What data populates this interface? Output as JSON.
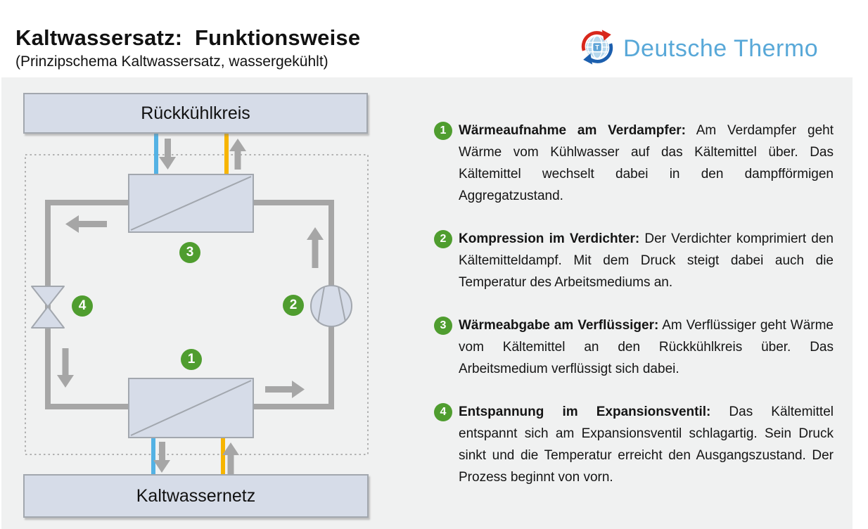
{
  "header": {
    "title": "Kaltwassersatz:  Funktionsweise",
    "subtitle": "(Prinzipschema Kaltwassersatz, wassergekühlt)",
    "logo": {
      "brand": "Deutsche Thermo",
      "monogram": "T"
    }
  },
  "diagram": {
    "top_box_label": "Rückkühlkreis",
    "bottom_box_label": "Kaltwassernetz",
    "step_markers": [
      "1",
      "2",
      "3",
      "4"
    ],
    "colors": {
      "pipe_gray": "#a6a6a6",
      "cool_water_blue": "#54b2e4",
      "warm_water_orange": "#f7b500",
      "component_fill": "#d6dce8",
      "marker_green": "#4f9d2f",
      "panel_background": "#f0f1f1",
      "brand_blue": "#58a8d8",
      "logo_arrow_red": "#d8271b",
      "logo_arrow_blue": "#1c5fae"
    }
  },
  "steps": [
    {
      "num": "1",
      "title": "Wärmeaufnahme am Verdampfer:",
      "body": " Am Verdampfer geht Wärme vom Kühlwasser auf das Kältemittel über. Das Kältemittel wechselt dabei in den dampfförmigen Aggregatzustand."
    },
    {
      "num": "2",
      "title": "Kompression im Verdichter:",
      "body": " Der Verdichter komprimiert den Kältemitteldampf. Mit dem Druck steigt dabei auch die Temperatur des Arbeitsmediums an."
    },
    {
      "num": "3",
      "title": "Wärmeabgabe am Verflüssiger:",
      "body": " Am Verflüssiger geht Wärme vom Kältemittel an den Rückkühlkreis über. Das Arbeitsmedium verflüssigt sich dabei."
    },
    {
      "num": "4",
      "title": "Entspannung im Expansionsventil:",
      "body": " Das Kältemittel entspannt sich am Expansionsventil schlagartig. Sein Druck sinkt und die Temperatur erreicht den Ausgangszustand. Der Prozess beginnt von vorn."
    }
  ]
}
